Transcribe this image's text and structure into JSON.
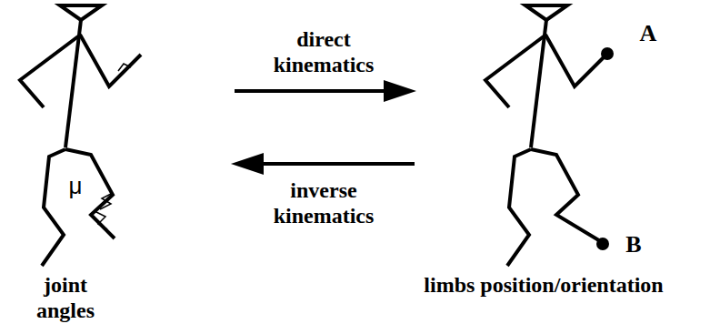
{
  "diagram": {
    "labels": [
      "direct kinematics",
      "A",
      "μ",
      "inverse kinematics",
      "B",
      "joint angles",
      "limbs position/orientation"
    ]
  }
}
